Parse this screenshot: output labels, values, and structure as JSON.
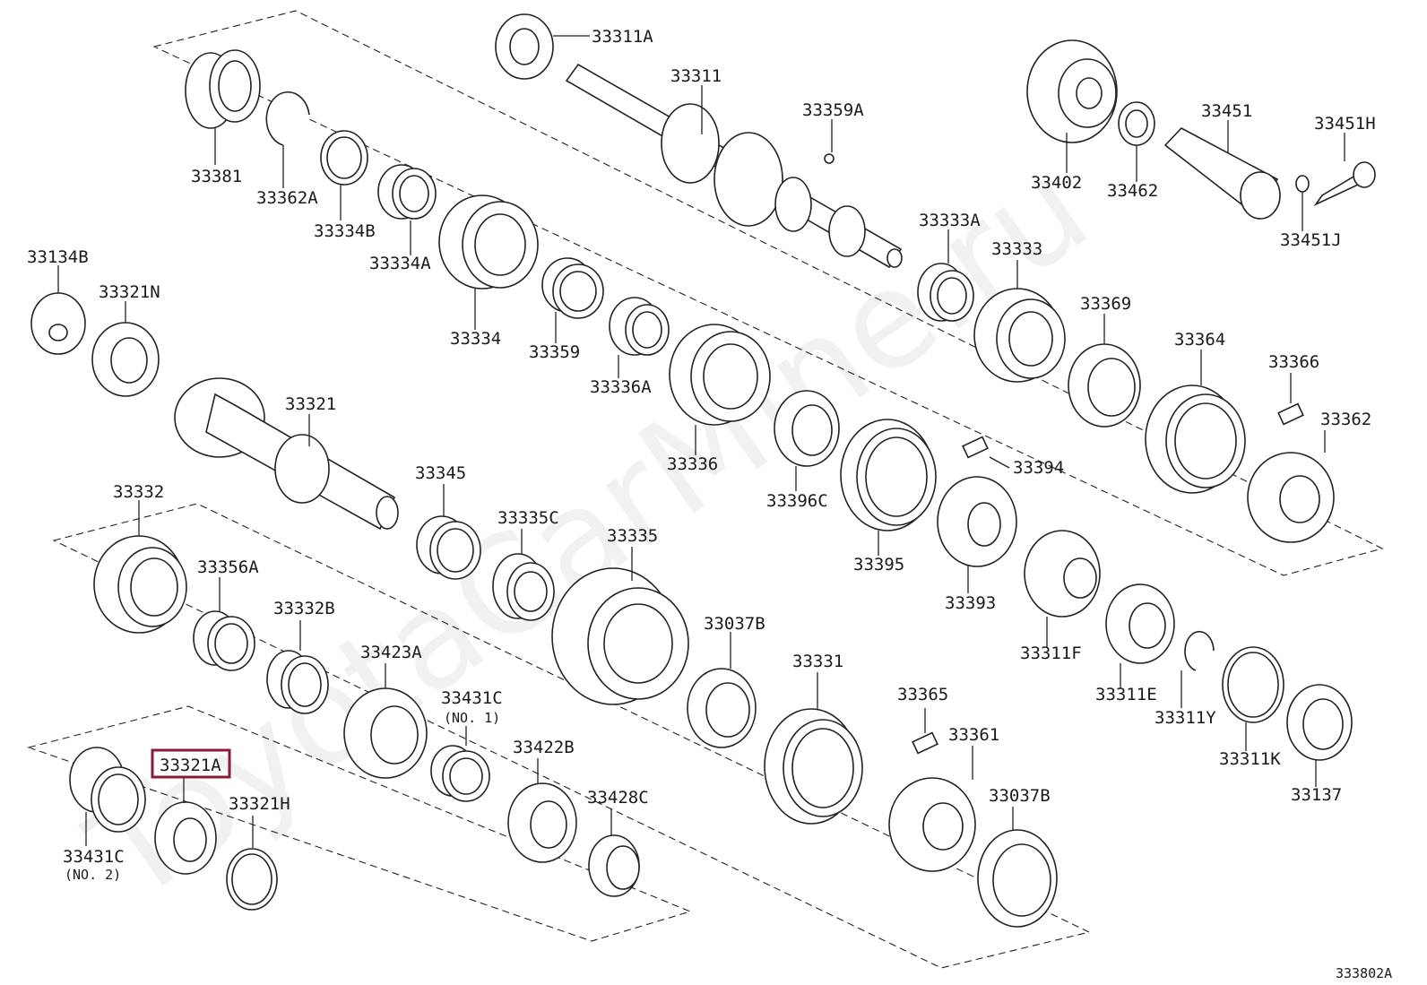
{
  "diagram_id": "333802A",
  "highlighted_part": "33321A",
  "highlight_color": "#8b1a3a",
  "watermark": "ToyotaCarMine.ru",
  "parts": [
    {
      "id": "33311A"
    },
    {
      "id": "33311"
    },
    {
      "id": "33359A"
    },
    {
      "id": "33402"
    },
    {
      "id": "33462"
    },
    {
      "id": "33451"
    },
    {
      "id": "33451H"
    },
    {
      "id": "33451J"
    },
    {
      "id": "33381"
    },
    {
      "id": "33362A"
    },
    {
      "id": "33334B"
    },
    {
      "id": "33334A"
    },
    {
      "id": "33134B"
    },
    {
      "id": "33321N"
    },
    {
      "id": "33334"
    },
    {
      "id": "33359"
    },
    {
      "id": "33336A"
    },
    {
      "id": "33333A"
    },
    {
      "id": "33333"
    },
    {
      "id": "33369"
    },
    {
      "id": "33364"
    },
    {
      "id": "33366"
    },
    {
      "id": "33362"
    },
    {
      "id": "33321"
    },
    {
      "id": "33336"
    },
    {
      "id": "33394"
    },
    {
      "id": "33396C"
    },
    {
      "id": "33395"
    },
    {
      "id": "33393"
    },
    {
      "id": "33345"
    },
    {
      "id": "33335C"
    },
    {
      "id": "33335"
    },
    {
      "id": "33332"
    },
    {
      "id": "33356A"
    },
    {
      "id": "33332B"
    },
    {
      "id": "33311F"
    },
    {
      "id": "33037B"
    },
    {
      "id": "33423A"
    },
    {
      "id": "33431C",
      "note": "(NO. 1)"
    },
    {
      "id": "33331"
    },
    {
      "id": "33311E"
    },
    {
      "id": "33311Y"
    },
    {
      "id": "33311K"
    },
    {
      "id": "33137"
    },
    {
      "id": "33365"
    },
    {
      "id": "33361"
    },
    {
      "id": "33422B"
    },
    {
      "id": "33428C"
    },
    {
      "id": "33321A"
    },
    {
      "id": "33321H"
    },
    {
      "id": "33431C",
      "note": "(NO. 2)"
    },
    {
      "id": "33037B"
    }
  ]
}
